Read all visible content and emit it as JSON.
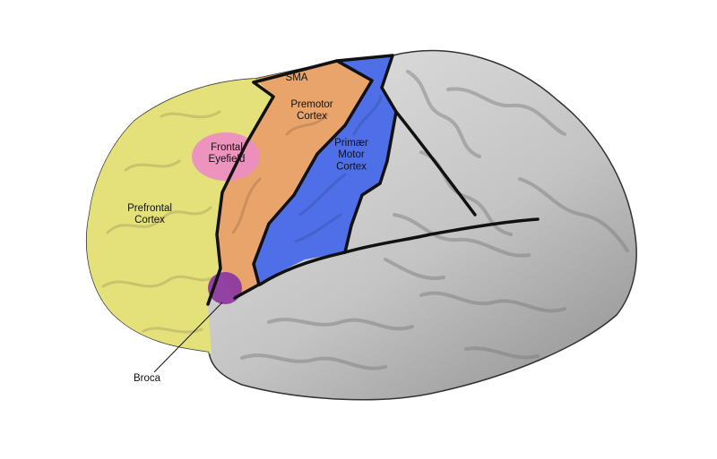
{
  "diagram": {
    "regions": [
      {
        "id": "sma",
        "label": "SMA",
        "color": "#e8665a"
      },
      {
        "id": "premotor",
        "label": "Premotor\nCortex",
        "color": "#e8a46a"
      },
      {
        "id": "primary_motor",
        "label": "Primær\nMotor\nCortex",
        "color": "#4f6fe8"
      },
      {
        "id": "prefrontal",
        "label": "Prefrontal\nCortex",
        "color": "#e4e07a"
      },
      {
        "id": "frontal_eyefield",
        "label": "Frontal\nEyefield",
        "color": "#ec8ec2"
      },
      {
        "id": "broca",
        "label": "Broca",
        "color": "#8e3aa0"
      }
    ],
    "rest_of_brain_color": "#bdbdbd",
    "outline_color": "#111111"
  }
}
